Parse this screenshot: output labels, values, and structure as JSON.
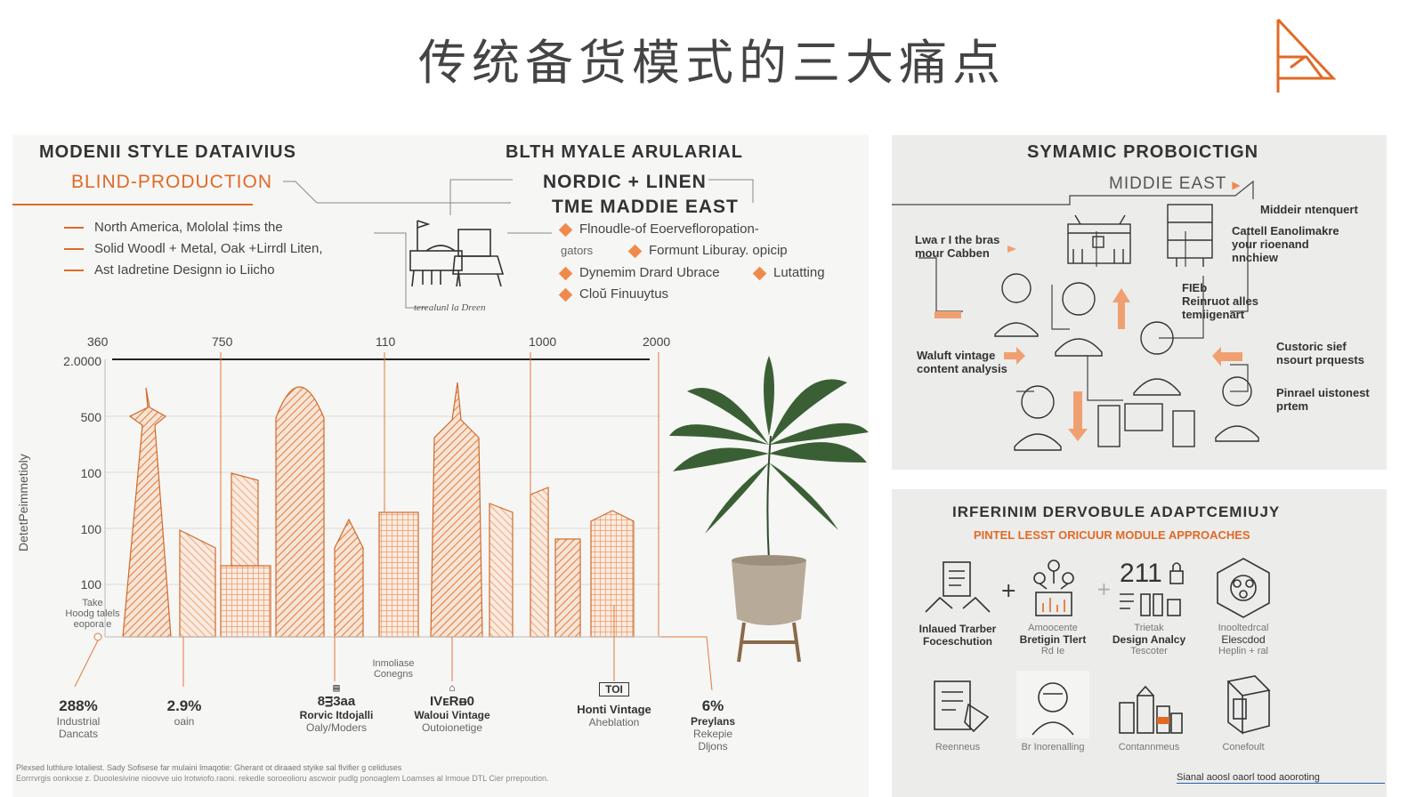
{
  "page_title": "传统备货模式的三大痛点",
  "left_panel": {
    "heading": "MODENII STYLE DATAIVIUS",
    "subheading": "BLIND-PRODUCTION",
    "bullets": [
      "North America, Mololal ‡ims the",
      "Solid Woodl + Metal, Oak +Lirrdl Liten,",
      "Ast Iadretine Designn io Liicho"
    ],
    "center_heading": "BLTH MYALE ARULARIAL",
    "center_sub1": "NORDIC + LINEN",
    "center_sub2": "TME MADDIE EAST",
    "sketch_caption": "terealunl  la  Dreen",
    "features": [
      {
        "text": "Flnoudle-of Eoervefloropation-",
        "diamond": true
      },
      {
        "text": "gators",
        "diamond": false
      },
      {
        "text": "Formunt Liburay. opicip",
        "diamond": true
      },
      {
        "text": "Dynemim Drard Ubrace",
        "diamond": true
      },
      {
        "text": "Lutatting",
        "diamond": true
      },
      {
        "text": "Cloŭ Finuuytus",
        "diamond": true
      }
    ]
  },
  "chart_data": {
    "type": "bar",
    "ylabel": "DetetPeimmetioly",
    "y_ticks": [
      "2.0000",
      "500",
      "100",
      "100",
      "100"
    ],
    "x_ticks": [
      "360",
      "750",
      "110",
      "1000",
      "2000"
    ],
    "y_note": [
      "Take",
      "Hoodg talels",
      "eoporale"
    ]
  },
  "stats": [
    {
      "value": "288%",
      "line1": "Industrial",
      "line2": "Dancats"
    },
    {
      "value": "2.9%",
      "line1": "oain",
      "line2": ""
    },
    {
      "value": "8ᴟ3aa",
      "line1": "Rorvic Itdojalli",
      "line2": "Oaly/Moders"
    },
    {
      "value": "IVᴇRᴃ0",
      "line1": "Waloui Vintage",
      "line2": "Outoionetige"
    },
    {
      "value": "TOI",
      "line1": "Honti Vintage",
      "line2": "Aheblation"
    },
    {
      "value": "6%",
      "line1": "Preylans",
      "line2": "Rekepie"
    },
    {
      "value": "",
      "line1": "",
      "line2": "Dljons"
    }
  ],
  "stat_note": [
    "Inmoliase",
    "Conegns"
  ],
  "footnote1": "Plexsed luthlure lotaliest. Sady  Sofisese  far  mulaini lmaqotie:  Gherant ot diraaed  styike sal flvifier g celiduses",
  "footnote2": "Eorrrvrgis oonkxse z.  Duoolesivine nioovve  uio  lrotwiofo.raoni.  rekedle soroeolioru ascwoir pudlg  ponoaglem  Loamses al lrmoue  DTL  Cier prrepoution.",
  "top_right": {
    "heading": "SYMAMIC PROBOICTIGN",
    "sub": "MIDDIE EAST",
    "labels": {
      "l1": "Lwa r I the bras\nmour Cabben",
      "l2": "Waluft vintage\ncontent analysis",
      "r1": "Middeir ntenquert",
      "r2": "Cattell Eanolimakre\nyour rioenand\nnnchiew",
      "r3": "FIEb\nReinruot alles\ntemiigenart",
      "r4": "Custoric sief\nnsourt prquests",
      "r5": "Pinrael uistonest\nprtem"
    }
  },
  "bottom_right": {
    "heading": "IRFERINIM DERVOBULE ADAPTCEMIUJY",
    "sub": "PINTEL LESST ORICUUR MODULE APPROACHES",
    "row1": [
      {
        "name": "Inlaued Trarber",
        "name2": "Foceschution",
        "sub": ""
      },
      {
        "name": "Amoocente",
        "name2": "Bretigin Tlert",
        "sub": "Rd Ie"
      },
      {
        "name": "Trietak",
        "name2": "Design Analcy",
        "sub": "Tescoter"
      },
      {
        "name": "Inooltedrcal",
        "name2": "Elescdod",
        "sub": "Heplin + ral"
      }
    ],
    "row2": [
      "Reenneus",
      "Br Inorenalling",
      "Contannmeus",
      "Conefoult"
    ],
    "number": "211",
    "cutoff": "Sianal aoosl oaorl tood aooroting"
  },
  "colors": {
    "accent": "#e06a25",
    "accent_light": "#f08a4b",
    "panel": "#f6f6f5",
    "panel_gray": "#ececeb"
  }
}
